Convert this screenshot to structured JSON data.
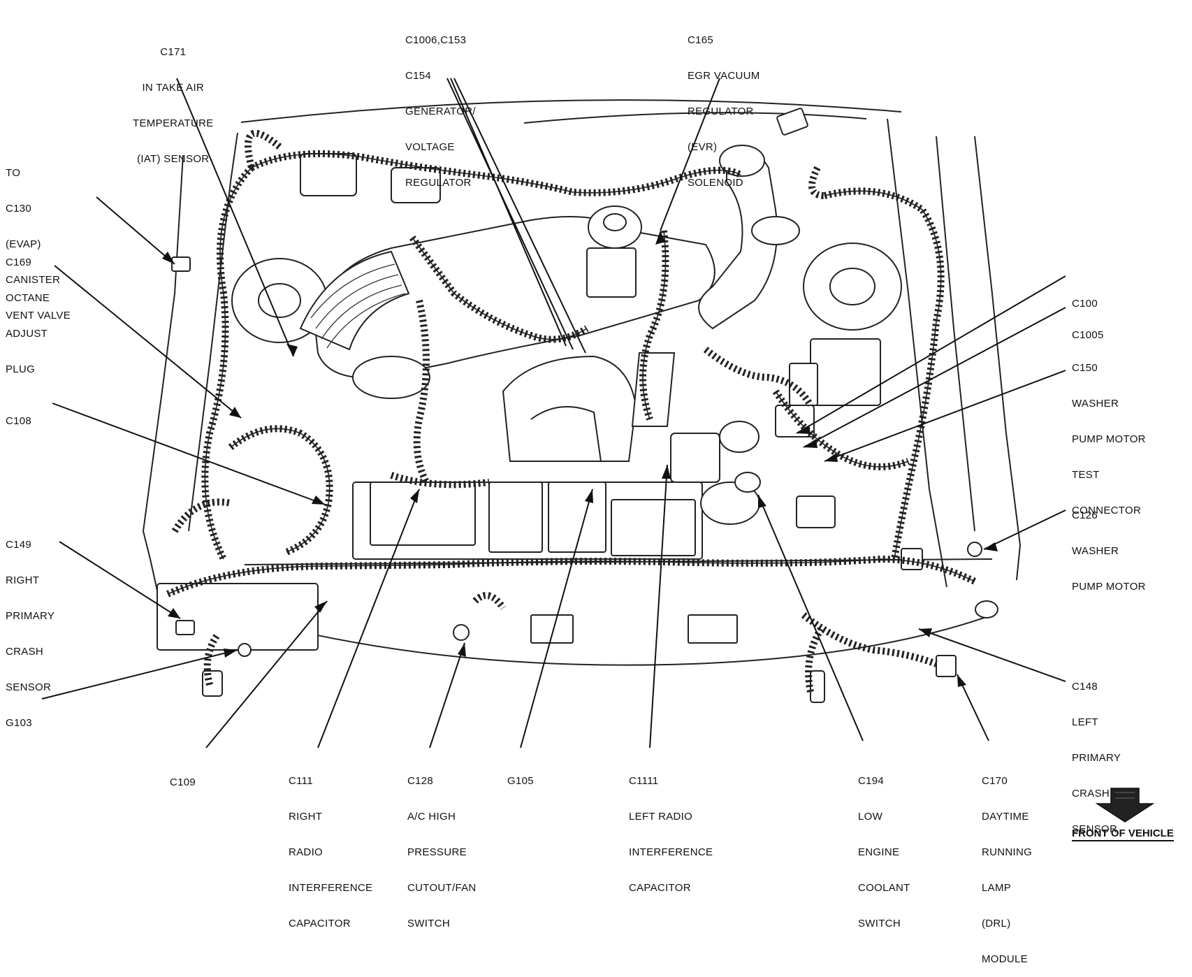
{
  "callouts": [
    {
      "id": "c171",
      "lines": [
        "C171",
        "IN TAKE AIR",
        "TEMPERATURE",
        "(IAT) SENSOR"
      ]
    },
    {
      "id": "c1006",
      "lines": [
        "C1006,C153",
        "C154",
        "GENERATOR/",
        "VOLTAGE",
        "REGULATOR"
      ]
    },
    {
      "id": "c165",
      "lines": [
        "C165",
        "EGR VACUUM",
        "REGULATOR",
        "(EVR)",
        "SOLENOID"
      ]
    },
    {
      "id": "c130",
      "lines": [
        "TO",
        "C130",
        "(EVAP)",
        "CANISTER",
        "VENT VALVE"
      ]
    },
    {
      "id": "c169",
      "lines": [
        "C169",
        "OCTANE",
        "ADJUST",
        "PLUG"
      ]
    },
    {
      "id": "c100",
      "lines": [
        "C100"
      ]
    },
    {
      "id": "c1005",
      "lines": [
        "C1005"
      ]
    },
    {
      "id": "c150",
      "lines": [
        "C150",
        "WASHER",
        "PUMP MOTOR",
        "TEST",
        "CONNECTOR"
      ]
    },
    {
      "id": "c108",
      "lines": [
        "C108"
      ]
    },
    {
      "id": "c126",
      "lines": [
        "C126",
        "WASHER",
        "PUMP MOTOR"
      ]
    },
    {
      "id": "c149",
      "lines": [
        "C149",
        "RIGHT",
        "PRIMARY",
        "CRASH",
        "SENSOR"
      ]
    },
    {
      "id": "c148",
      "lines": [
        "C148",
        "LEFT",
        "PRIMARY",
        "CRASH",
        "SENSOR"
      ]
    },
    {
      "id": "g103",
      "lines": [
        "G103"
      ]
    },
    {
      "id": "c109",
      "lines": [
        "C109"
      ]
    },
    {
      "id": "c111",
      "lines": [
        "C111",
        "RIGHT",
        "RADIO",
        "INTERFERENCE",
        "CAPACITOR"
      ]
    },
    {
      "id": "c128",
      "lines": [
        "C128",
        "A/C HIGH",
        "PRESSURE",
        "CUTOUT/FAN",
        "SWITCH"
      ]
    },
    {
      "id": "g105",
      "lines": [
        "G105"
      ]
    },
    {
      "id": "c1111",
      "lines": [
        "C1111",
        "LEFT RADIO",
        "INTERFERENCE",
        "CAPACITOR"
      ]
    },
    {
      "id": "c194",
      "lines": [
        "C194",
        "LOW",
        "ENGINE",
        "COOLANT",
        "SWITCH"
      ]
    },
    {
      "id": "c170",
      "lines": [
        "C170",
        "DAYTIME",
        "RUNNING",
        "LAMP",
        "(DRL)",
        "MODULE"
      ]
    }
  ],
  "front_of_vehicle": "FRONT OF VEHICLE"
}
